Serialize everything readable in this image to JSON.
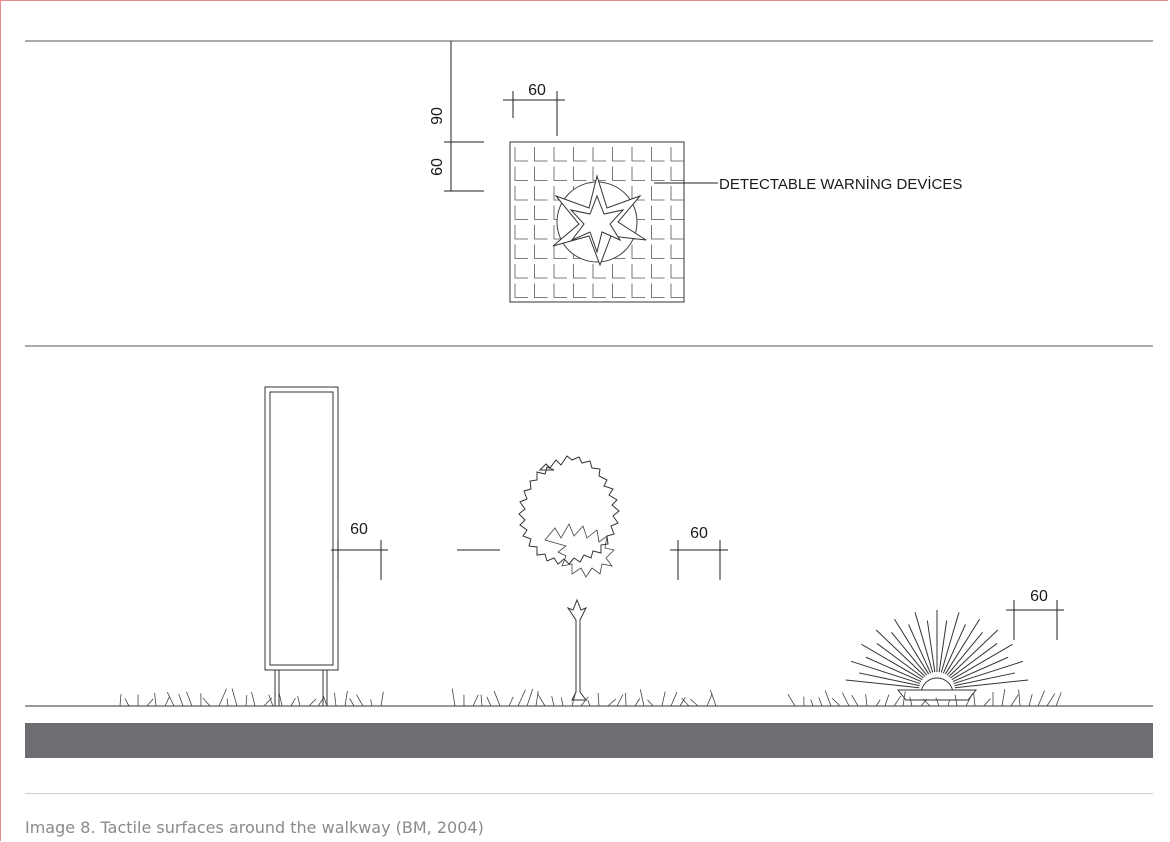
{
  "plan": {
    "dim_height_upper": "90",
    "dim_height_lower": "60",
    "dim_width_top": "60",
    "warning_label": "DETECTABLE WARNİNG DEVİCES"
  },
  "elevation": {
    "pole_clearance": "60",
    "tree_clearance": "60",
    "shrub_clearance": "60"
  },
  "caption": "Image 8. Tactile surfaces around the walkway (BM, 2004)",
  "colors": {
    "line": "#3a3a3a",
    "walkway_band": "#6d6e71",
    "frame_border": "#e58a93",
    "caption": "#8a8a8a"
  }
}
